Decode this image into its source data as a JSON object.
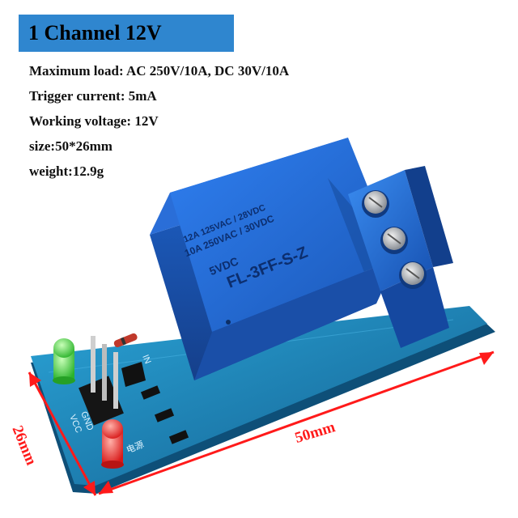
{
  "title": "1 Channel 12V",
  "specs": [
    "Maximum load: AC 250V/10A, DC 30V/10A",
    "Trigger current: 5mA",
    "Working voltage: 12V",
    "size:50*26mm",
    "weight:12.9g"
  ],
  "dimensions": {
    "width_label": "50mm",
    "height_label": "26mm"
  },
  "relay_markings": {
    "line1": "10A 250VAC / 30VDC",
    "line2": "12A 125VAC / 28VDC",
    "model": "FL-3FF-S-Z",
    "coil": "5VDC"
  },
  "pcb_labels": {
    "vcc": "VCC",
    "gnd": "GND",
    "in": "IN",
    "power": "电源"
  },
  "colors": {
    "title_bg": "#2f86cf",
    "relay_blue": "#1f5fc4",
    "pcb_blue": "#1a7fb0",
    "dimension_red": "#ff1a1a",
    "led_green": "#3bd23b",
    "led_red": "#e02020"
  }
}
